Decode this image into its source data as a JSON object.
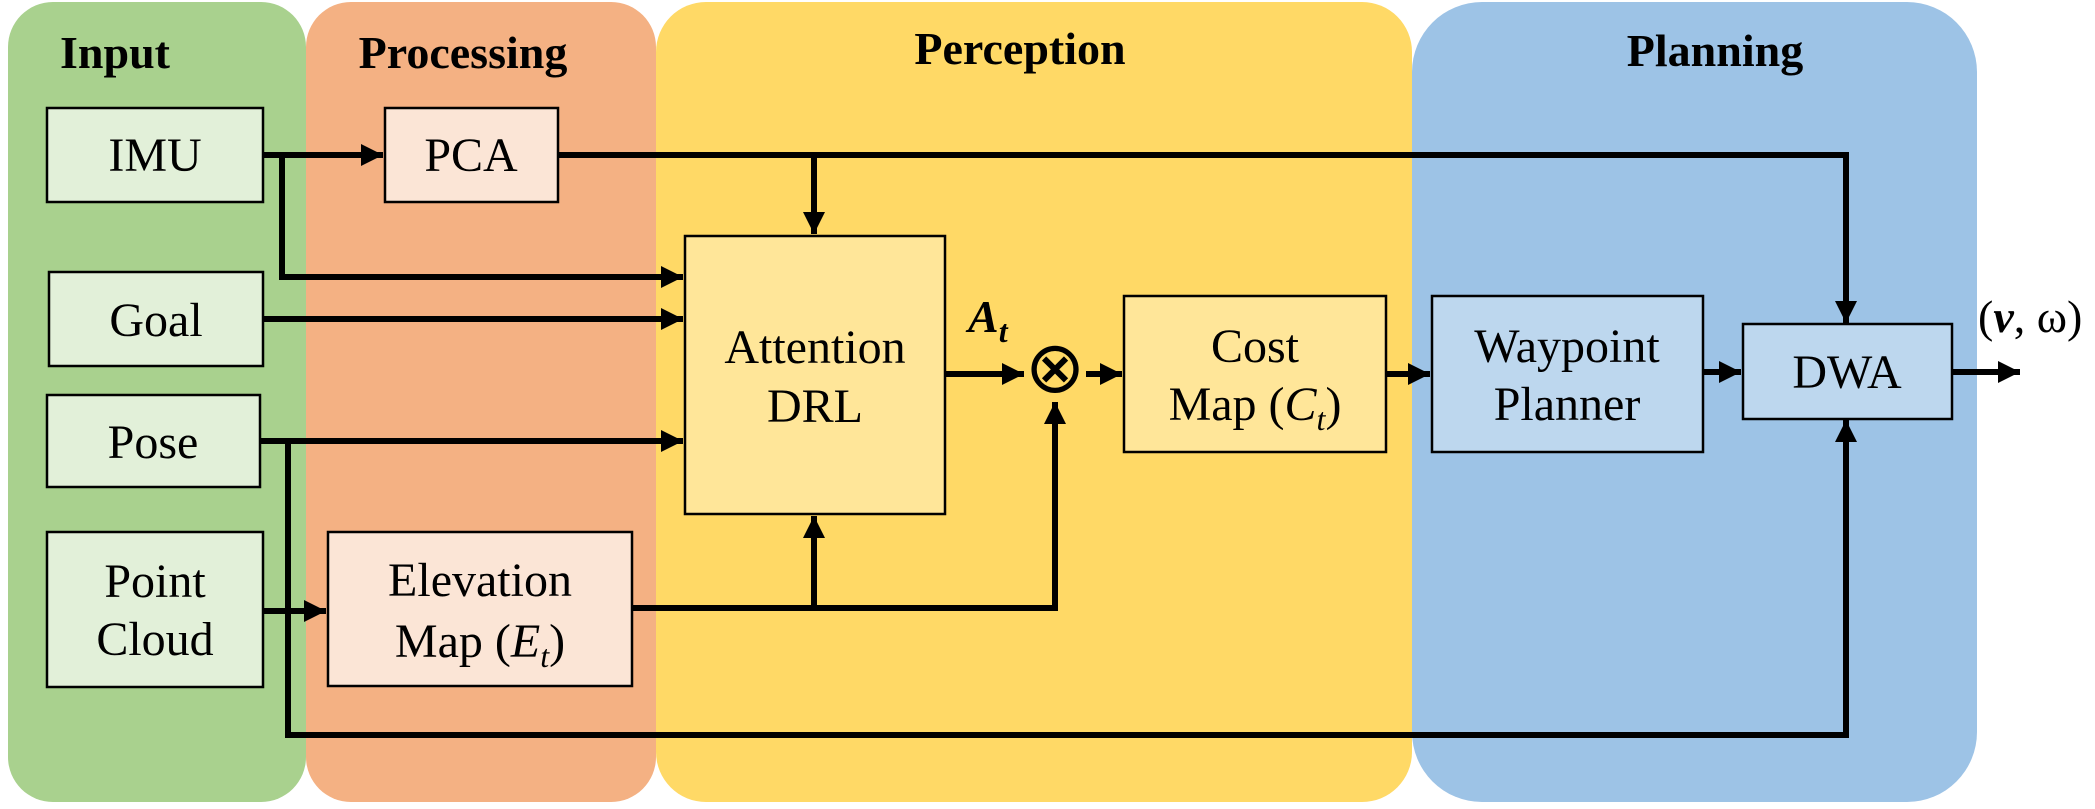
{
  "colors": {
    "input_panel": "#a9d18e",
    "processing_panel": "#f4b183",
    "perception_panel": "#ffd966",
    "planning_panel": "#9dc3e6",
    "input_box": "#e2f0d9",
    "processing_box": "#fbe5d6",
    "perception_box": "#ffe699",
    "planning_box": "#bdd7ee",
    "line": "#000000"
  },
  "sections": {
    "input": "Input",
    "processing": "Processing",
    "perception": "Perception",
    "planning": "Planning"
  },
  "nodes": {
    "imu": "IMU",
    "goal": "Goal",
    "pose": "Pose",
    "point_cloud_line1": "Point",
    "point_cloud_line2": "Cloud",
    "pca": "PCA",
    "elevation_line1": "Elevation",
    "elevation_line2_prefix": "Map (",
    "elevation_var": "E",
    "elevation_sub": "t",
    "elevation_suffix": ")",
    "attention_line1": "Attention",
    "attention_line2": "DRL",
    "cost_line1": "Cost",
    "cost_line2_prefix": "Map (",
    "cost_var": "C",
    "cost_sub": "t",
    "cost_suffix": ")",
    "waypoint_line1": "Waypoint",
    "waypoint_line2": "Planner",
    "dwa": "DWA"
  },
  "symbols": {
    "attention_var": "A",
    "attention_sub": "t",
    "multiply": "⊗",
    "output_open": "(",
    "output_v": "v",
    "output_sep": ", ω)"
  }
}
